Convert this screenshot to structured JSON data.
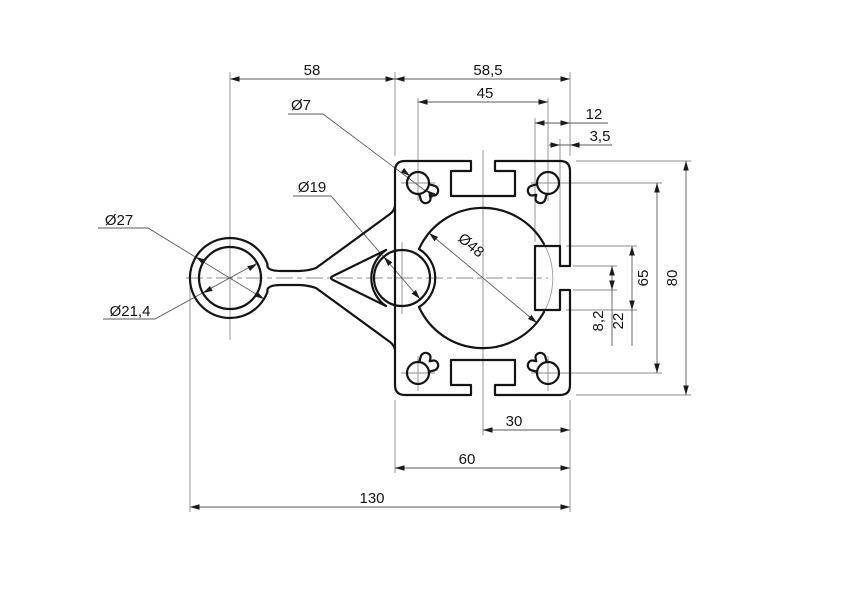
{
  "drawing": {
    "type": "technical-cross-section-aluminium-profile",
    "background_color": "#ffffff",
    "outline_color": "#141414",
    "thin_line_color": "#8c8c8c",
    "dims": {
      "w1": "58",
      "w2": "58,5",
      "slot_pitch": "45",
      "t_depth": "12",
      "t_lip": "3,5",
      "h": "80",
      "hole_pitch": "65",
      "cavity": "22",
      "opening": "8,2",
      "half": "30",
      "body": "60",
      "total": "130"
    },
    "labels": {
      "screw": "Ø7",
      "hub": "Ø19",
      "tube_od": "Ø27",
      "tube_id": "Ø21,4",
      "bore": "Ø48"
    }
  }
}
